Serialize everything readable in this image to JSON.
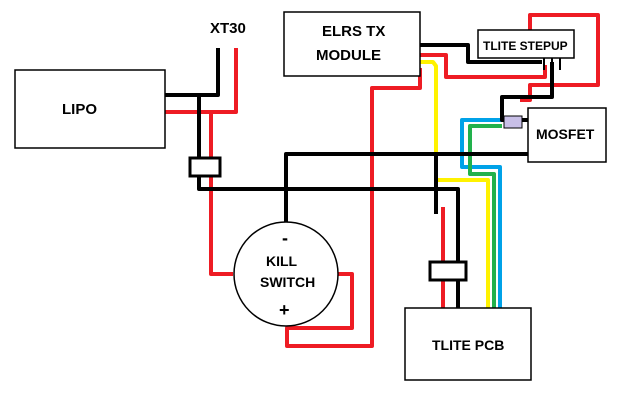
{
  "diagram": {
    "components": {
      "lipo": "LIPO",
      "xt30": "XT30",
      "elrs_line1": "ELRS TX",
      "elrs_line2": "MODULE",
      "tlite_stepup": "TLITE STEPUP",
      "mosfet": "MOSFET",
      "kill_switch_line1": "KILL",
      "kill_switch_line2": "SWITCH",
      "kill_switch_minus": "-",
      "kill_switch_plus": "+",
      "tlite_pcb": "TLITE PCB"
    },
    "wire_colors": {
      "positive": "#ee1c24",
      "negative": "#000000",
      "signal_yellow": "#fff200",
      "signal_blue": "#00a2e8",
      "signal_green": "#22b14c",
      "connector_purple": "#c8bfe7"
    }
  }
}
